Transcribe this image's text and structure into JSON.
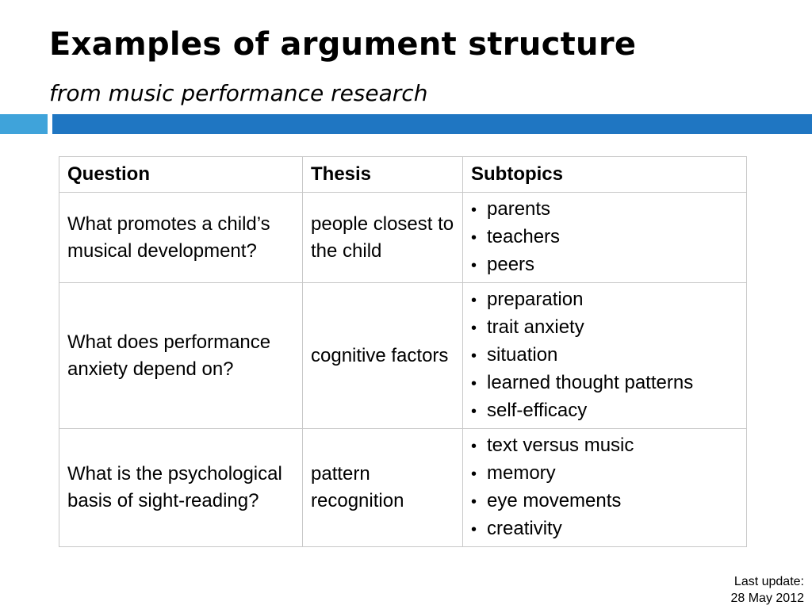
{
  "slide": {
    "title": "Examples of argument structure",
    "subtitle": "from music performance research",
    "colors": {
      "band_light": "#3fa3da",
      "band_dark": "#1f76c2",
      "table_border": "#c8c8c8"
    }
  },
  "table": {
    "headers": [
      "Question",
      "Thesis",
      "Subtopics"
    ],
    "rows": [
      {
        "question": "What promotes a child’s musical development?",
        "thesis": "people closest to the child",
        "subtopics": [
          "parents",
          "teachers",
          "peers"
        ]
      },
      {
        "question": "What does performance anxiety depend on?",
        "thesis": "cognitive factors",
        "subtopics": [
          "preparation",
          "trait anxiety",
          "situation",
          "learned thought patterns",
          "self-efficacy"
        ]
      },
      {
        "question": "What is the psychological basis of sight-reading?",
        "thesis": "pattern recognition",
        "subtopics": [
          "text versus music",
          "memory",
          "eye movements",
          "creativity"
        ]
      }
    ]
  },
  "footer": {
    "label": "Last update:",
    "date": "28 May 2012"
  }
}
